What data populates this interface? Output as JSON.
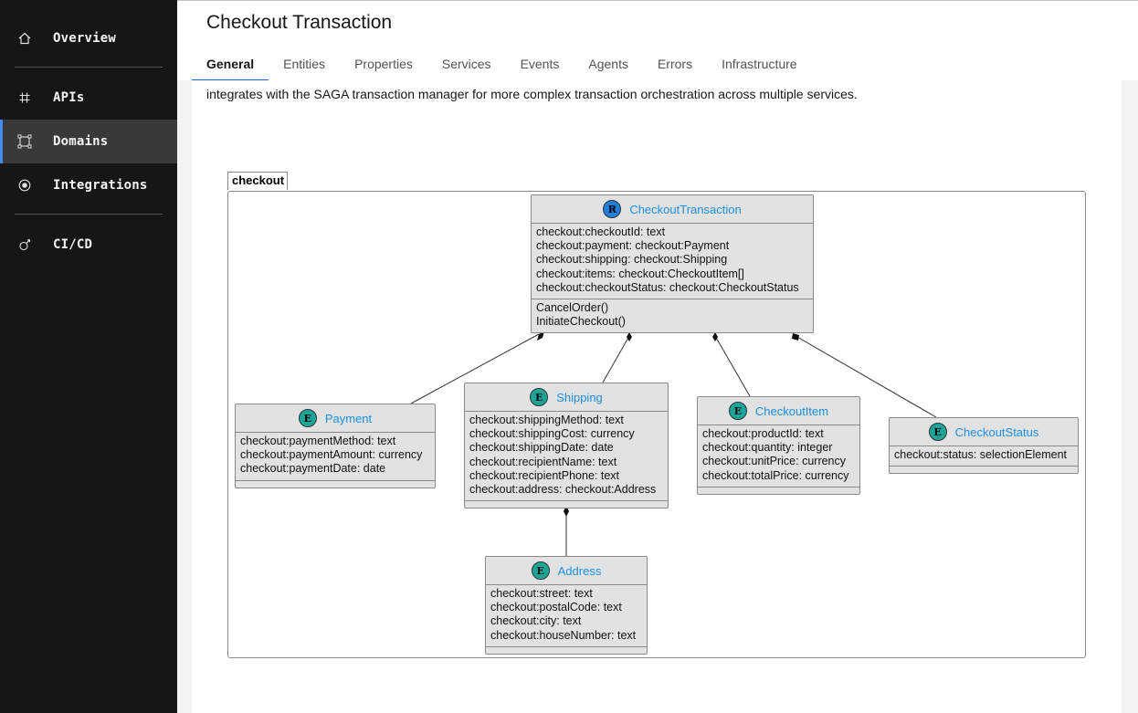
{
  "sidebar": {
    "items": [
      {
        "label": "Overview",
        "icon": "home-icon"
      },
      {
        "label": "APIs",
        "icon": "hashtag-icon"
      },
      {
        "label": "Domains",
        "icon": "domain-icon"
      },
      {
        "label": "Integrations",
        "icon": "radio-icon"
      },
      {
        "label": "CI/CD",
        "icon": "pipeline-icon"
      }
    ],
    "active": "Domains"
  },
  "header": {
    "title": "Checkout Transaction",
    "tabs": [
      "General",
      "Entities",
      "Properties",
      "Services",
      "Events",
      "Agents",
      "Errors",
      "Infrastructure"
    ],
    "active_tab": "General"
  },
  "content": {
    "description_line": "integrates with the SAGA transaction manager for more complex transaction orchestration across multiple services."
  },
  "diagram": {
    "package_name": "checkout",
    "classes": {
      "root": {
        "badge": "R",
        "name": "CheckoutTransaction",
        "attributes": [
          "checkout:checkoutId: text",
          "checkout:payment: checkout:Payment",
          "checkout:shipping: checkout:Shipping",
          "checkout:items: checkout:CheckoutItem[]",
          "checkout:checkoutStatus: checkout:CheckoutStatus"
        ],
        "operations": [
          "CancelOrder()",
          "InitiateCheckout()"
        ]
      },
      "payment": {
        "badge": "E",
        "name": "Payment",
        "attributes": [
          "checkout:paymentMethod: text",
          "checkout:paymentAmount: currency",
          "checkout:paymentDate: date"
        ]
      },
      "shipping": {
        "badge": "E",
        "name": "Shipping",
        "attributes": [
          "checkout:shippingMethod: text",
          "checkout:shippingCost: currency",
          "checkout:shippingDate: date",
          "checkout:recipientName: text",
          "checkout:recipientPhone: text",
          "checkout:address: checkout:Address"
        ]
      },
      "item": {
        "badge": "E",
        "name": "CheckoutItem",
        "attributes": [
          "checkout:productId: text",
          "checkout:quantity: integer",
          "checkout:unitPrice: currency",
          "checkout:totalPrice: currency"
        ]
      },
      "status": {
        "badge": "E",
        "name": "CheckoutStatus",
        "attributes": [
          "checkout:status: selectionElement"
        ]
      },
      "address": {
        "badge": "E",
        "name": "Address",
        "attributes": [
          "checkout:street: text",
          "checkout:postalCode: text",
          "checkout:city: text",
          "checkout:houseNumber: text"
        ]
      }
    }
  }
}
